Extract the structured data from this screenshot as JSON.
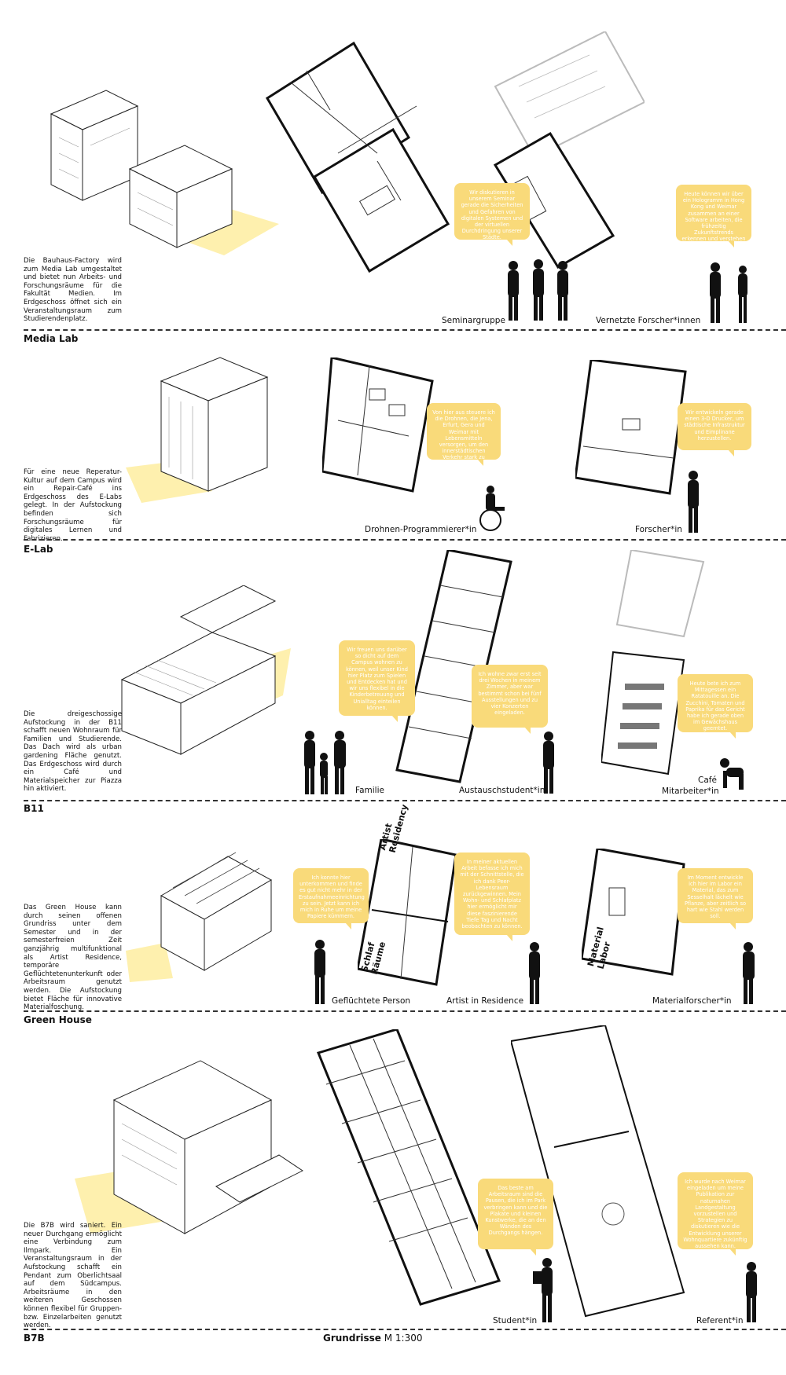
{
  "sections": [
    {
      "title": "Media Lab",
      "description": "Die Bauhaus-Factory wird zum Media Lab umgestaltet und bietet nun Arbeits- und Forschungsräume für die Fakultät Medien. Im Erdgeschoss öffnet sich ein Veranstaltungsraum zum Studierendenplatz.",
      "persona1": {
        "label": "Seminargruppe",
        "quote": "Wir diskutieren in unserem Seminar gerade die Sicherheiten und Gefahren von digitalen Systemen und der virtuellen Durchdringung unserer Städte."
      },
      "persona2": {
        "label": "Vernetzte Forscher*innen",
        "quote": "Heute können wir über ein Hologramm in Hong Kong und Weimar zusammen an einer Software arbeiten, die frühzeitig Zukunftstrends erkennen und verstehen soll."
      }
    },
    {
      "title": "E-Lab",
      "description": "Für eine neue Reperatur-Kultur auf dem Campus wird ein Repair-Café ins Erdgeschoss des E-Labs gelegt. In der Aufstockung befinden sich Forschungsräume für digitales Lernen und Fabrizieren.",
      "persona1": {
        "label": "Drohnen-Programmierer*in",
        "quote": "Von hier aus steuere ich die Drohnen, die Jena, Erfurt, Gera und Weimar mit Lebensmitteln versorgen, um den innerstädtischen Verkehr stark zu verringern."
      },
      "persona2": {
        "label": "Forscher*in",
        "quote": "Wir entwickeln gerade einen 3-D Drucker, um städtische Infrastruktur und Eimplinane herzustellen."
      }
    },
    {
      "title": "B11",
      "description": "Die dreigeschossige Aufstockung in der B11 schafft neuen Wohnraum für Familien und Studierende. Das Dach wird als urban gardening Fläche genutzt. Das Erdgeschoss wird durch ein Café und Materialspeicher zur Piazza hin aktiviert.",
      "persona1": {
        "label": "Familie",
        "quote": "Wir freuen uns darüber so dicht auf dem Campus wohnen zu können, weil unser Kind hier Platz zum Spielen und Entdecken hat und wir uns flexibel in die Kinderbetreuung und Unialltag einteilen können."
      },
      "persona2": {
        "label": "Austauschstudent*in",
        "quote": "Ich wohne zwar erst seit drei Wochen in meinem Zimmer, aber war bestimmt schon bei fünf Ausstellungen und zu vier Konzerten eingeladen."
      },
      "persona3": {
        "label": "Café",
        "label2": "Mitarbeiter*in",
        "quote": "Heute bete ich zum Mittagessen ein Ratatouille an. Die Zucchini, Tomaten und Paprika für das Gericht habe ich gerade oben im Gewächshaus geerntet."
      }
    },
    {
      "title": "Green House",
      "description": "Das Green House kann durch seinen offenen Grundriss unter dem Semester und in der semesterfreien Zeit ganzjährig multifunktional als Artist Residence, temporäre Geflüchtetenunterkunft oder Arbeitsraum genutzt werden. Die Aufstockung bietet Fläche für innovative Materialfoschung.",
      "room1": "Artist Residency",
      "room2": "Schlaf Räume",
      "room3": "Material Labor",
      "persona1": {
        "label": "Geflüchtete Person",
        "quote": "Ich konnte hier unterkommen und finde es gut nicht mehr in der Erstaufnahmeeinrichtung zu sein. Jetzt kann ich mich in Ruhe um meine Papiere kümmern."
      },
      "persona2": {
        "label": "Artist in Residence",
        "quote": "In meiner aktuellen Arbeit befasse ich mich mit der Schnittstelle, die ich dank Peer-Lebensraum zurückgewinnen. Mein Wohn- und Schlafplatz hier ermöglicht mir diese faszinierende Tiefe Tag und Nacht beobachten zu können."
      },
      "persona3": {
        "label": "Materialforscher*in",
        "quote": "Im Moment entwickle ich hier im Labor ein Material, das zum Sesselhalt lächelt wie Pflanze, aber zeitlich so hart wie Stahl werden soll."
      }
    },
    {
      "title": "B7B",
      "description": "Die B7B wird saniert. Ein neuer Durchgang ermöglicht eine Verbindung zum Ilmpark. Ein Veranstaltungsraum in der Aufstockung schafft ein Pendant zum Oberlichtsaal auf dem Südcampus. Arbeitsräume in den weiteren Geschossen können flexibel für Gruppen- bzw. Einzelarbeiten genutzt werden.",
      "persona1": {
        "label": "Student*in",
        "quote": "Das beste am Arbeitsraum sind die Pausen, die ich im Park verbringen kann und die Plakate und kleinen Kunstwerke, die an den Wänden des Durchgangs hängen."
      },
      "persona2": {
        "label": "Referent*in",
        "quote": "Ich wurde nach Weimar eingeladen um meine Publikation zur naturnahen Landgestaltung vorzustellen und Strategien zu diskutieren wie die Entwicklung unserer Wohnquartiere zukünftig aussehen kann."
      }
    }
  ],
  "footer": {
    "title": "Grundrisse",
    "scale": "M 1:300"
  },
  "colors": {
    "accent": "#f9da7a",
    "line": "#111111"
  }
}
